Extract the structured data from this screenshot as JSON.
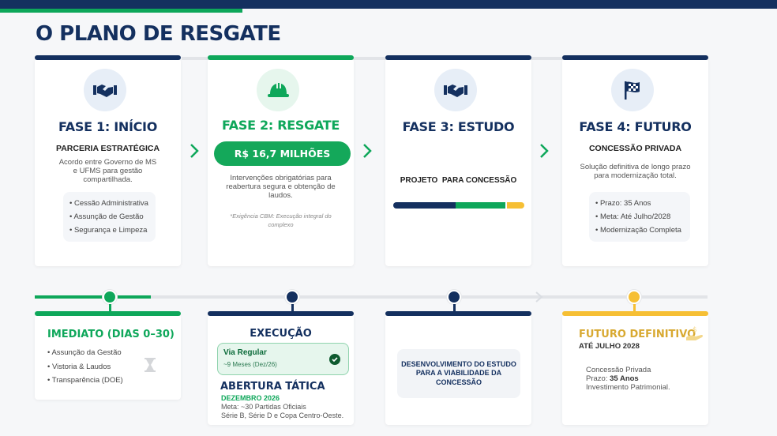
{
  "header": {
    "title": "O PLANO DE RESGATE",
    "colors": {
      "navy": "#14305f",
      "green": "#0ea75a",
      "yellow": "#f6bf34"
    }
  },
  "phases": [
    {
      "icon": "handshake-icon",
      "title": "FASE 1: INÍCIO",
      "subtitle": "PARCERIA ESTRATÉGICA",
      "description": "Acordo entre Governo de MS e UFMS para gestão compartilhada.",
      "bullets": [
        "• Cessão Administrativa",
        "• Assunção de Gestão",
        "• Segurança e Limpeza"
      ]
    },
    {
      "icon": "hard-hat-icon",
      "title": "FASE 2: RESGATE",
      "amount": "R$ 16,7 MILHÕES",
      "description": "Intervenções obrigatórias para reabertura segura e obtenção de laudos.",
      "note": "*Exigência CBM: Execução integral do complexo"
    },
    {
      "icon": "handshake-icon",
      "title": "FASE 3: ESTUDO",
      "subtitle": "PROJETO  PARA CONCESSÃO",
      "progress": [
        48,
        38,
        14
      ]
    },
    {
      "icon": "checkered-flag-icon",
      "title": "FASE 4: FUTURO",
      "subtitle": "CONCESSÃO PRIVADA",
      "description": "Solução definitiva de longo prazo para modernização total.",
      "bullets": [
        "• Prazo: 35 Anos",
        "• Meta: Até Julho/2028",
        "• Modernização Completa"
      ]
    }
  ],
  "timeline": [
    {
      "title": "IMEDIATO (DIAS 0–30)",
      "bullets": [
        "• Assunção da Gestão",
        "• Vistoria & Laudos",
        "• Transparência (DOE)"
      ],
      "icon": "hourglass-icon"
    },
    {
      "title": "EXECUÇÃO",
      "regular_title": "Via Regular",
      "regular_sub": "~9 Meses (Dez/26)",
      "tactical_title": "ABERTURA TÁTICA",
      "tactical_date": "DEZEMBRO 2026",
      "tactical_line1": "Meta: ~30 Partidas Oficiais",
      "tactical_line2": "Série B, Série D e Copa Centro-Oeste."
    },
    {
      "box_text": "DESENVOLVIMENTO DO ESTUDO PARA A VIABILIDADE DA CONCESSÃO"
    },
    {
      "title": "FUTURO DEFINITIVO",
      "date": "ATÉ JULHO 2028",
      "line1": "Concessão Privada",
      "line2_prefix": "Prazo: ",
      "line2_bold": "35 Anos",
      "line3": "Investimento Patrimonial.",
      "icon": "money-hand-icon"
    }
  ]
}
